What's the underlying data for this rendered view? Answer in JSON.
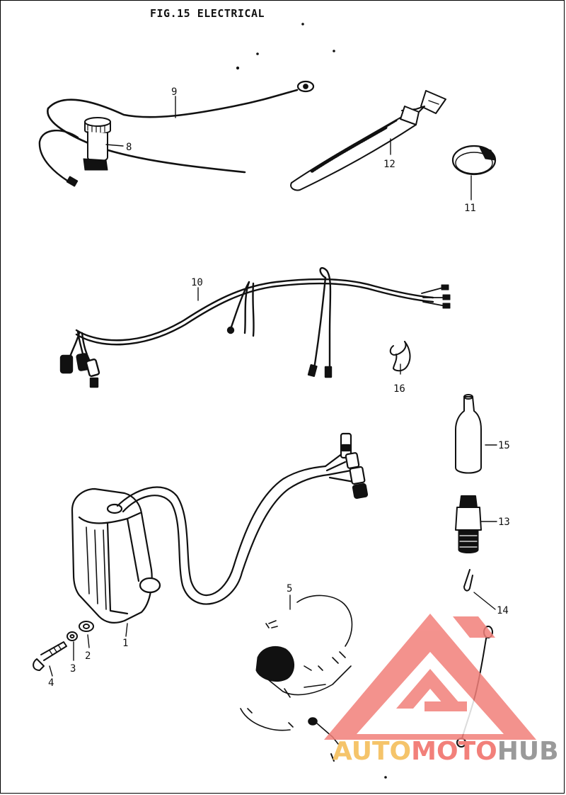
{
  "title": "FIG.15  ELECTRICAL",
  "callouts": {
    "p1": "1",
    "p2": "2",
    "p3": "3",
    "p4": "4",
    "p5": "5",
    "p8": "8",
    "p9": "9",
    "p10": "10",
    "p11": "11",
    "p12": "12",
    "p13": "13",
    "p14": "14",
    "p15": "15",
    "p16": "16"
  },
  "watermark": {
    "part1": "AUTO",
    "part2": "MOTO",
    "part3": "HUB",
    "colors": {
      "gold": "#f5c46a",
      "salmon": "#f2807a",
      "gray": "#9a9a9a"
    }
  }
}
